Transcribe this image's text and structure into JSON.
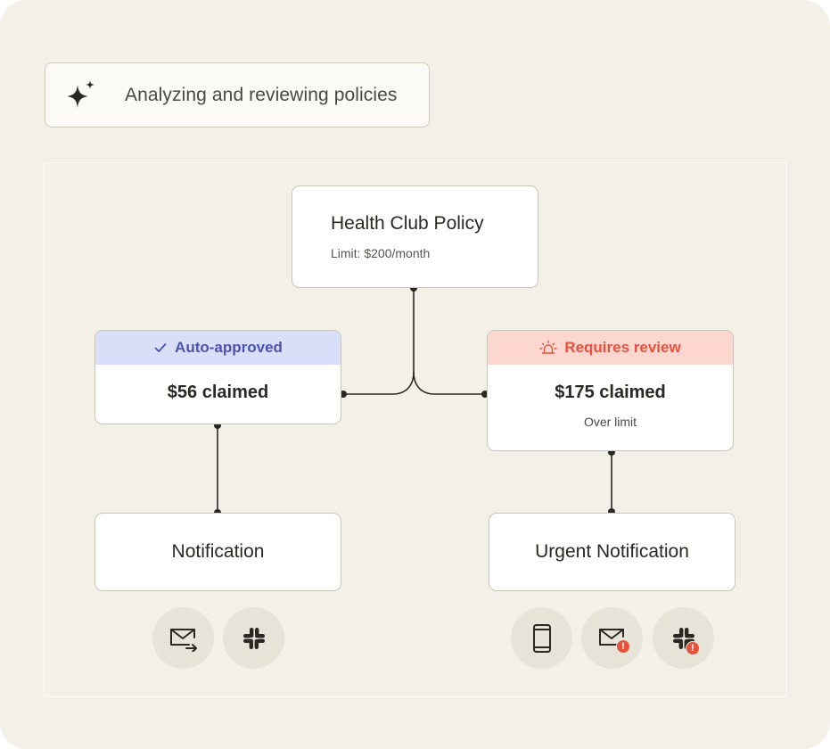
{
  "status": {
    "text": "Analyzing and reviewing policies",
    "icon": "sparkle-icon"
  },
  "policy": {
    "title": "Health Club Policy",
    "limit": "Limit: $200/month"
  },
  "claims": {
    "approved": {
      "status_label": "Auto-approved",
      "amount": "$56 claimed",
      "color": "#4b52b3",
      "banner_color": "#dadff9"
    },
    "review": {
      "status_label": "Requires review",
      "amount": "$175 claimed",
      "note": "Over limit",
      "color": "#e5533f",
      "banner_color": "#fbd7d0"
    }
  },
  "notifications": {
    "standard": {
      "label": "Notification",
      "channels": [
        "email-send-icon",
        "slack-icon"
      ]
    },
    "urgent": {
      "label": "Urgent Notification",
      "channels": [
        "mobile-phone-icon",
        "email-alert-icon",
        "slack-alert-icon"
      ]
    }
  },
  "colors": {
    "background": "#f3f0e8",
    "connector": "#2a2823"
  }
}
